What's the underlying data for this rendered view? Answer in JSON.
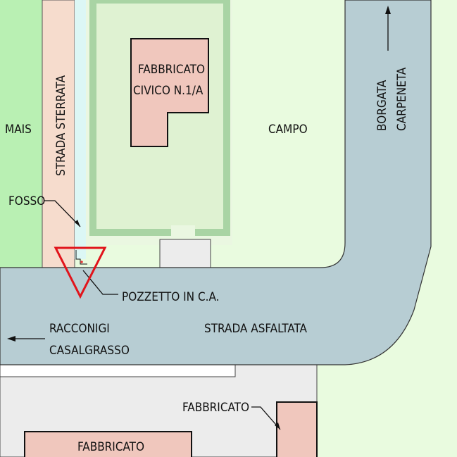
{
  "labels": {
    "mais": "MAIS",
    "strada_sterrata": "STRADA STERRATA",
    "fabbricato_civico_line1": "FABBRICATO",
    "fabbricato_civico_line2": "CIVICO N.1/A",
    "campo": "CAMPO",
    "borgata_line1": "BORGATA",
    "borgata_line2": "CARPENETA",
    "fosso": "FOSSO",
    "pozzetto": "POZZETTO IN C.A.",
    "racconigi": "RACCONIGI",
    "casalgrasso": "CASALGRASSO",
    "strada_asfaltata": "STRADA ASFALTATA",
    "fabbricato_right": "FABBRICATO",
    "fabbricato_bottom": "FABBRICATO"
  },
  "colors": {
    "field_mais": "#b9f0b3",
    "field_campo": "#e9fbdf",
    "courtyard": "#dff2d2",
    "courtyard_border": "#a9d4a4",
    "dirt_road": "#f6dccd",
    "ditch": "#dcf7f5",
    "asphalt": "#b7cdd3",
    "building": "#f0c7bd",
    "paved_area": "#ececec",
    "pozzetto_marker": "#e1141b"
  },
  "icons": {
    "arrow_up": "arrow-up-icon",
    "arrow_left": "arrow-left-icon",
    "pozzetto": "pozzetto-triangle-icon"
  }
}
